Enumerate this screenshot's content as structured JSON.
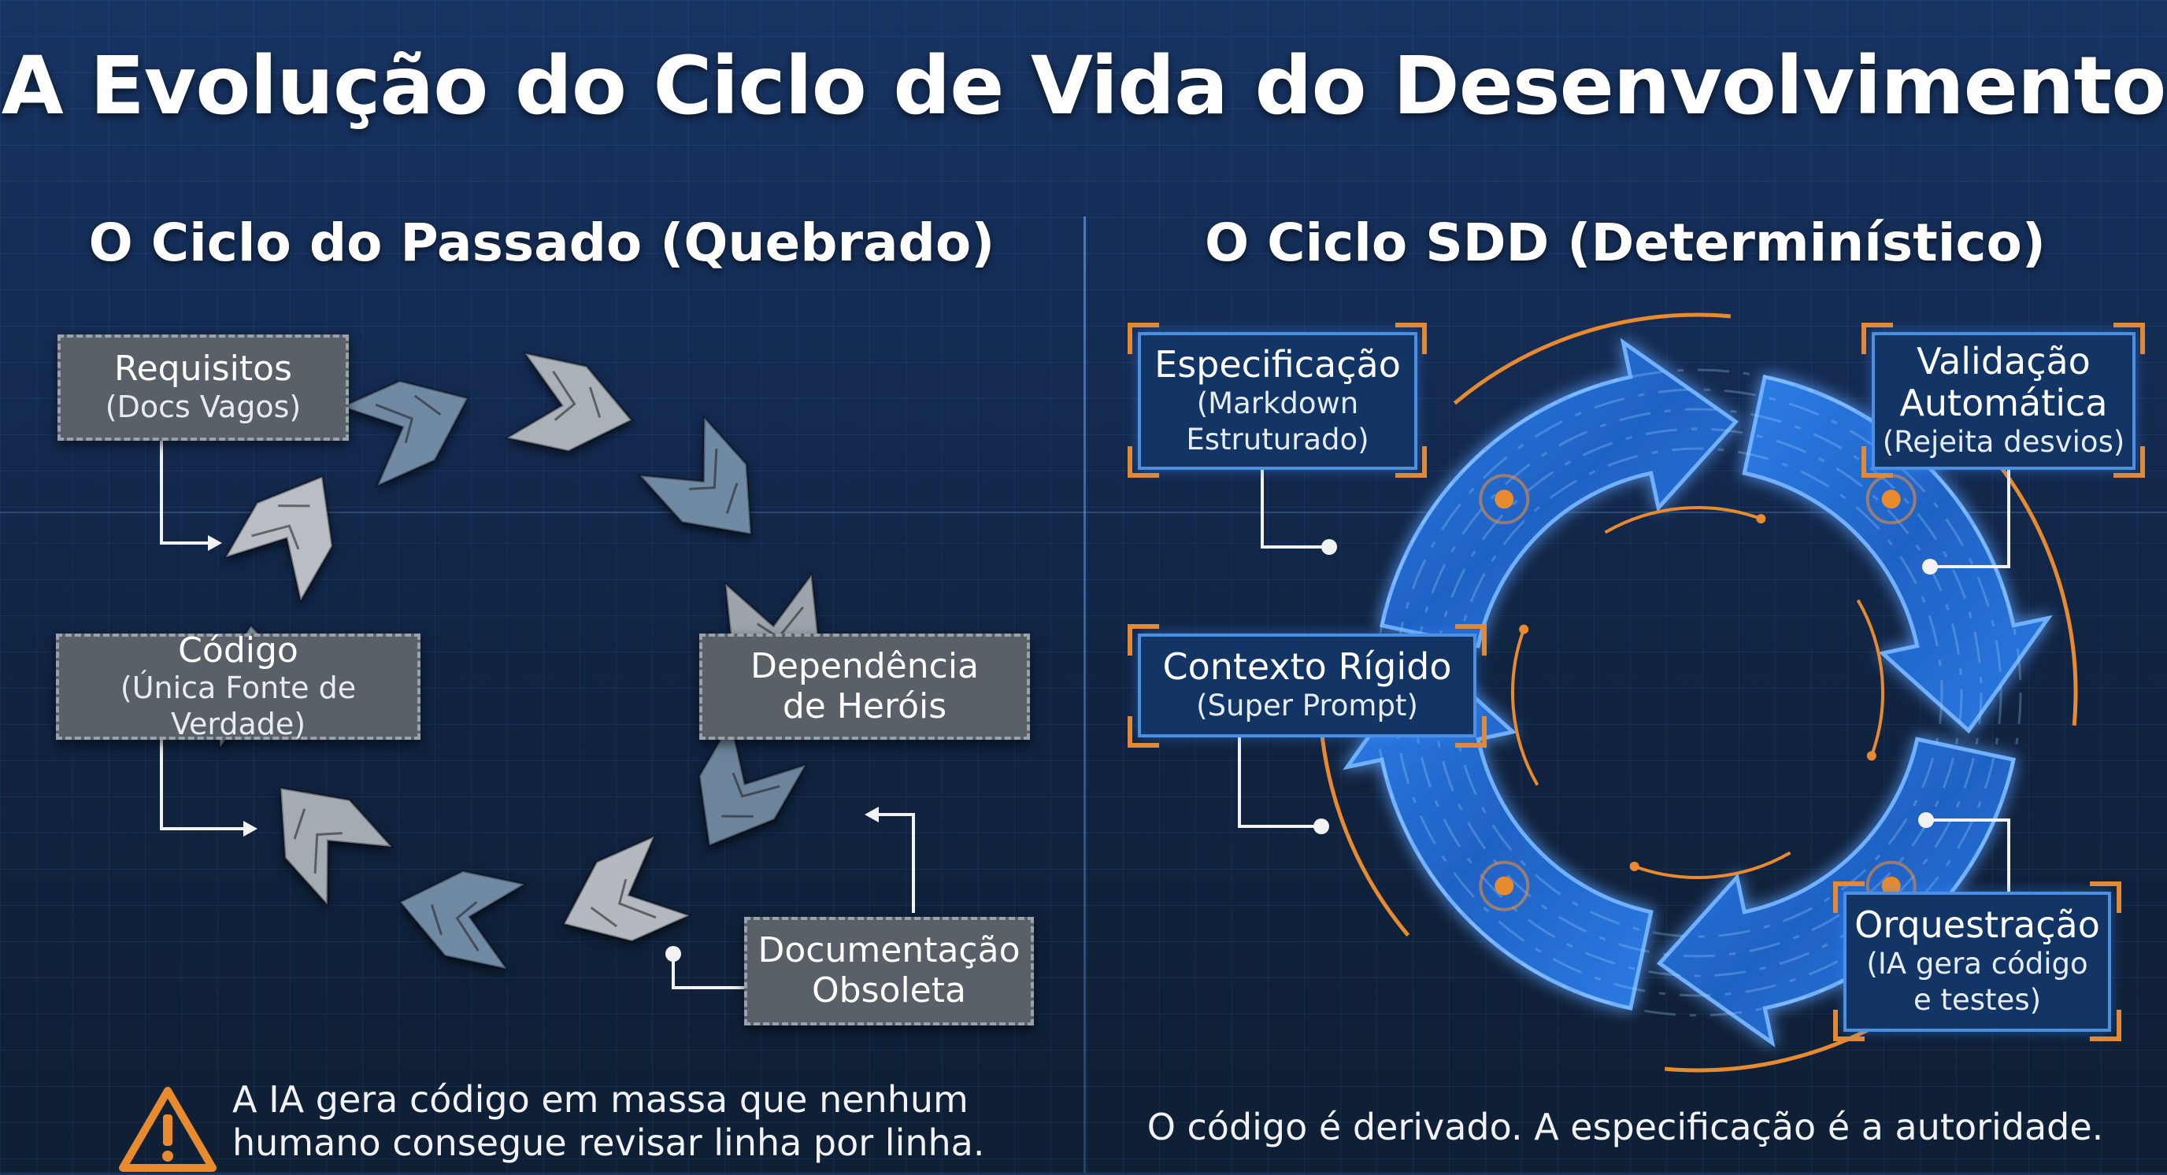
{
  "title": "A Evolução do Ciclo de Vida do Desenvolvimento",
  "left": {
    "heading": "O Ciclo do Passado (Quebrado)",
    "boxes": {
      "requisitos": {
        "main": "Requisitos",
        "sub": "(Docs Vagos)"
      },
      "codigo": {
        "main": "Código",
        "sub": "(Única Fonte de Verdade)"
      },
      "dependencia": {
        "line1": "Dependência",
        "line2": "de Heróis"
      },
      "documentacao": {
        "line1": "Documentação",
        "line2": "Obsoleta"
      }
    },
    "warning": {
      "icon": "warning-triangle-icon",
      "line1": "A IA gera código em massa que nenhum",
      "line2": "humano consegue revisar linha por linha."
    }
  },
  "right": {
    "heading": "O Ciclo SDD (Determinístico)",
    "boxes": {
      "especificacao": {
        "main": "Especificação",
        "sub1": "(Markdown",
        "sub2": "Estruturado)"
      },
      "validacao": {
        "line1": "Validação",
        "line2": "Automática",
        "sub": "(Rejeita desvios)"
      },
      "contexto": {
        "main": "Contexto Rígido",
        "sub": "(Super Prompt)"
      },
      "orquestracao": {
        "main": "Orquestração",
        "sub1": "(IA gera código",
        "sub2": "e testes)"
      }
    },
    "caption": "O código é derivado. A especificação é a autoridade."
  },
  "colors": {
    "background": "#142b52",
    "accent_orange": "#e88a2e",
    "cycle_blue": "#2f7fe0",
    "gray_box": "#5a6068"
  }
}
